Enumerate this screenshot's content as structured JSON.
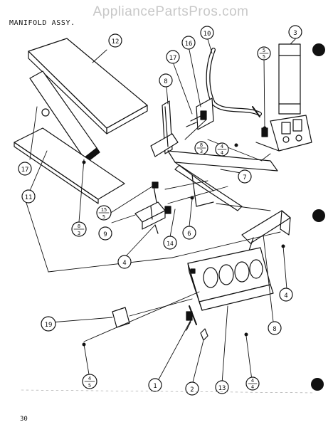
{
  "header": {
    "watermark": "AppliancePartsPros.com",
    "title": "MANIFOLD ASSY."
  },
  "footer": {
    "page_number": "30"
  },
  "callouts": {
    "c12": "12",
    "c17a": "17",
    "c11": "11",
    "c8a": "8",
    "c17b": "17",
    "c16": "16",
    "c10": "10",
    "c3": "3",
    "c7": "7",
    "c15": "15",
    "c9": "9",
    "c4a": "4",
    "c14": "14",
    "c6": "6",
    "c4b": "4",
    "c8b": "8",
    "c19": "19",
    "c1": "1",
    "c2": "2",
    "c13": "13",
    "f8a_top": "8",
    "f8a_bot": "3",
    "f5_top": "5",
    "f5_bot": "5",
    "f8b_top": "8",
    "f8b_bot": "3",
    "f4a_top": "4",
    "f4a_bot": "4",
    "f15_top": "15",
    "f15_bot": "5",
    "f4b_top": "4",
    "f4b_bot": "5",
    "f4c_top": "4",
    "f4c_bot": "4"
  },
  "colors": {
    "ink": "#111111",
    "watermark": "#c8c8c8",
    "background": "#ffffff"
  }
}
